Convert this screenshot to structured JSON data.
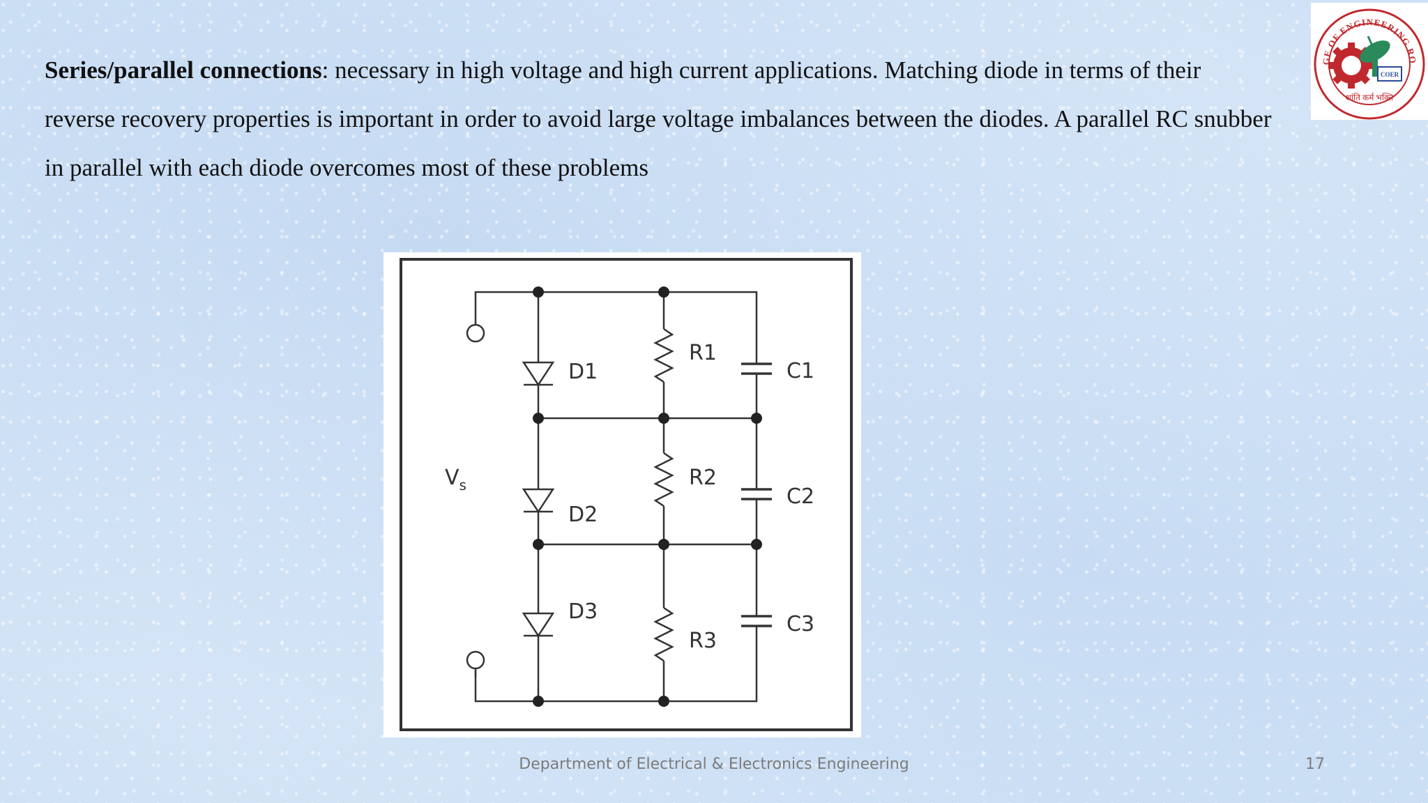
{
  "slide": {
    "heading_bold": "Series/parallel connections",
    "body": ": necessary in high voltage and high current applications. Matching diode in terms of their reverse recovery properties is important in order to avoid large voltage imbalances between the diodes. A parallel RC snubber in parallel with each diode overcomes most of these problems",
    "footer": "Department of Electrical & Electronics Engineering",
    "page_number": "17"
  },
  "logo": {
    "text_top": "COLLEGE OF ENGINEERING ROORKEE",
    "text_badge": "COER",
    "text_bottom": "शांति कर्म भक्ति",
    "colors": {
      "ring": "#c0282d",
      "gear": "#c0282d",
      "dish": "#2a8a5a"
    }
  },
  "circuit": {
    "source_label": "V",
    "source_subscript": "s",
    "diodes": [
      "D1",
      "D2",
      "D3"
    ],
    "resistors": [
      "R1",
      "R2",
      "R3"
    ],
    "capacitors": [
      "C1",
      "C2",
      "C3"
    ]
  }
}
